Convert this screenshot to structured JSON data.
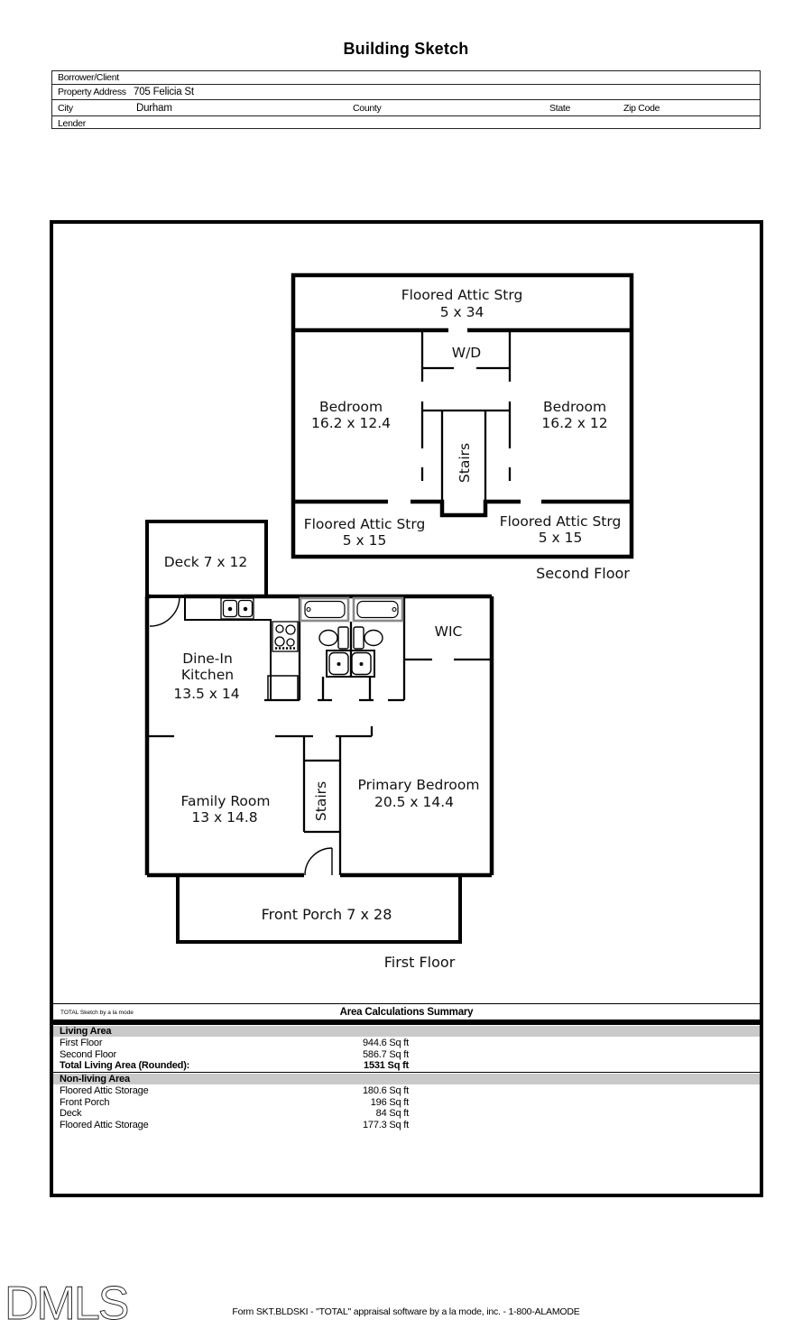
{
  "title": "Building Sketch",
  "form": {
    "borrower_label": "Borrower/Client",
    "property_label": "Property Address",
    "property_value": "705 Felicia St",
    "city_label": "City",
    "city_value": "Durham",
    "county_label": "County",
    "state_label": "State",
    "zip_label": "Zip Code",
    "lender_label": "Lender"
  },
  "sketch": {
    "second_floor": {
      "attic_top_name": "Floored Attic Strg",
      "attic_top_dim": "5 x 34",
      "wd": "W/D",
      "bedroom_left_name": "Bedroom",
      "bedroom_left_dim": "16.2 x 12.4",
      "bedroom_right_name": "Bedroom",
      "bedroom_right_dim": "16.2 x 12",
      "stairs": "Stairs",
      "attic_left_name": "Floored Attic Strg",
      "attic_left_dim": "5 x 15",
      "attic_right_name": "Floored Attic Strg",
      "attic_right_dim": "5 x 15",
      "caption": "Second Floor"
    },
    "first_floor": {
      "deck": "Deck 7 x 12",
      "kitchen_line1": "Dine-In",
      "kitchen_line2": "Kitchen",
      "kitchen_dim": "13.5 x 14",
      "wic": "WIC",
      "family_name": "Family Room",
      "family_dim": "13 x 14.8",
      "stairs": "Stairs",
      "primary_name": "Primary Bedroom",
      "primary_dim": "20.5 x 14.4",
      "porch": "Front Porch 7 x 28",
      "caption": "First Floor"
    }
  },
  "summary": {
    "brand": "TOTAL Sketch by a la mode",
    "title": "Area Calculations Summary",
    "living_header": "Living Area",
    "living_rows": [
      {
        "label": "First Floor",
        "value": "944.6 Sq ft"
      },
      {
        "label": "Second Floor",
        "value": "586.7 Sq ft"
      }
    ],
    "total_label": "Total Living Area (Rounded):",
    "total_value": "1531 Sq ft",
    "nonliving_header": "Non-living Area",
    "nonliving_rows": [
      {
        "label": "Floored Attic Storage",
        "value": "180.6 Sq ft"
      },
      {
        "label": "Front Porch",
        "value": "196 Sq ft"
      },
      {
        "label": "Deck",
        "value": "84 Sq ft"
      },
      {
        "label": "Floored Attic Storage",
        "value": "177.3 Sq ft"
      }
    ]
  },
  "footer": {
    "logo": "DMLS",
    "form_line": "Form SKT.BLDSKI - \"TOTAL\" appraisal software by a la mode, inc. - 1-800-ALAMODE"
  }
}
